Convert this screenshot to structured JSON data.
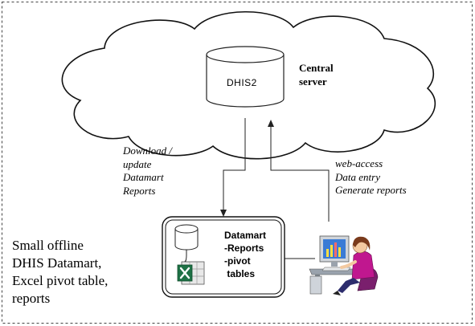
{
  "central_server": {
    "label_lines": [
      "Central",
      "server"
    ],
    "database_label": "DHIS2"
  },
  "download_update": {
    "lines": [
      "Download /",
      "update",
      "Datamart",
      "Reports"
    ]
  },
  "web_access": {
    "lines": [
      "web-access",
      "Data entry",
      "Generate reports"
    ]
  },
  "datamart_box": {
    "lines": [
      "Datamart",
      "-Reports",
      "-pivot",
      " tables"
    ]
  },
  "offline_description": {
    "lines": [
      "Small offline",
      "DHIS Datamart,",
      "Excel pivot table,",
      "reports"
    ]
  },
  "colors": {
    "excel_green": "#1e7145",
    "monitor_blue": "#3a7bd5",
    "person_hair": "#7a3b1c",
    "person_shirt": "#c0178f",
    "skin": "#f3c9a0"
  }
}
